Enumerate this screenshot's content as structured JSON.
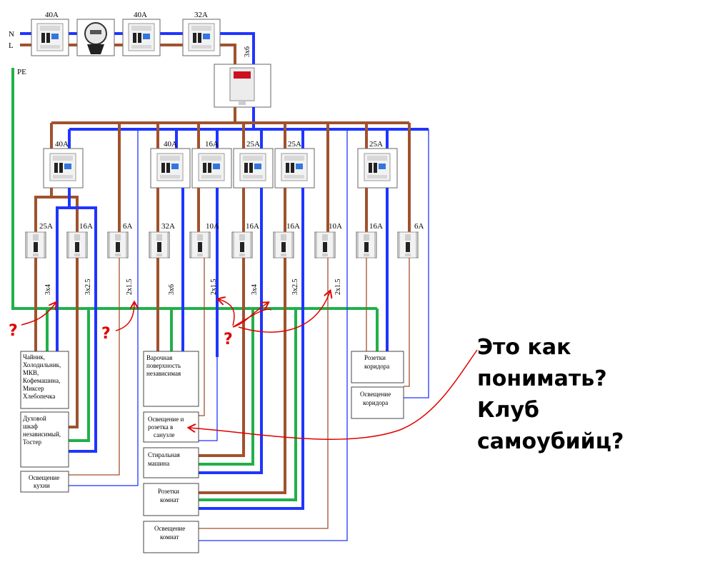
{
  "supply": {
    "n_label": "N",
    "l_label": "L",
    "pe_label": "PE",
    "top_breakers": [
      "40A",
      "40A",
      "32A"
    ],
    "main_cable": "3x6"
  },
  "rcd_ratings": [
    "40A",
    "40A",
    "16A",
    "25A",
    "25A",
    "25A"
  ],
  "mcb_ratings": [
    "25A",
    "16A",
    "6A",
    "32A",
    "10A",
    "16A",
    "16A",
    "10A",
    "16A",
    "6A"
  ],
  "cables": [
    "3x4",
    "3x2.5",
    "2x1.5",
    "3x6",
    "2x1.5",
    "3x4",
    "3x2.5",
    "2x1.5"
  ],
  "loads": {
    "kitchen_sockets": [
      "Чайник,",
      "Холодильник,",
      "МКВ,",
      "Кофемашина,",
      "Миксер",
      "Хлебопечка"
    ],
    "oven": [
      "Духовой",
      "шкаф",
      "независимый,",
      "Тостер"
    ],
    "kitchen_light": [
      "Освещение",
      "кухни"
    ],
    "hob": [
      "Варочная",
      "поверхность",
      "независимая"
    ],
    "bathroom": [
      "Освещение и",
      "розетка в",
      "санузле"
    ],
    "washer": [
      "Стиральная",
      "машина"
    ],
    "room_sockets": [
      "Розетки",
      "комнат"
    ],
    "room_light": [
      "Освещение",
      "комнат"
    ],
    "corridor_sockets": [
      "Розетки",
      "коридора"
    ],
    "corridor_light": [
      "Освещение",
      "коридора"
    ]
  },
  "question_mark": "?",
  "comment": [
    "Это как",
    "понимать?",
    "Клуб",
    "самоубийц?"
  ],
  "colors": {
    "neutral": "#1f35ff",
    "phase": "#a0522d",
    "earth": "#20b04a",
    "annotation": "#e00000"
  }
}
